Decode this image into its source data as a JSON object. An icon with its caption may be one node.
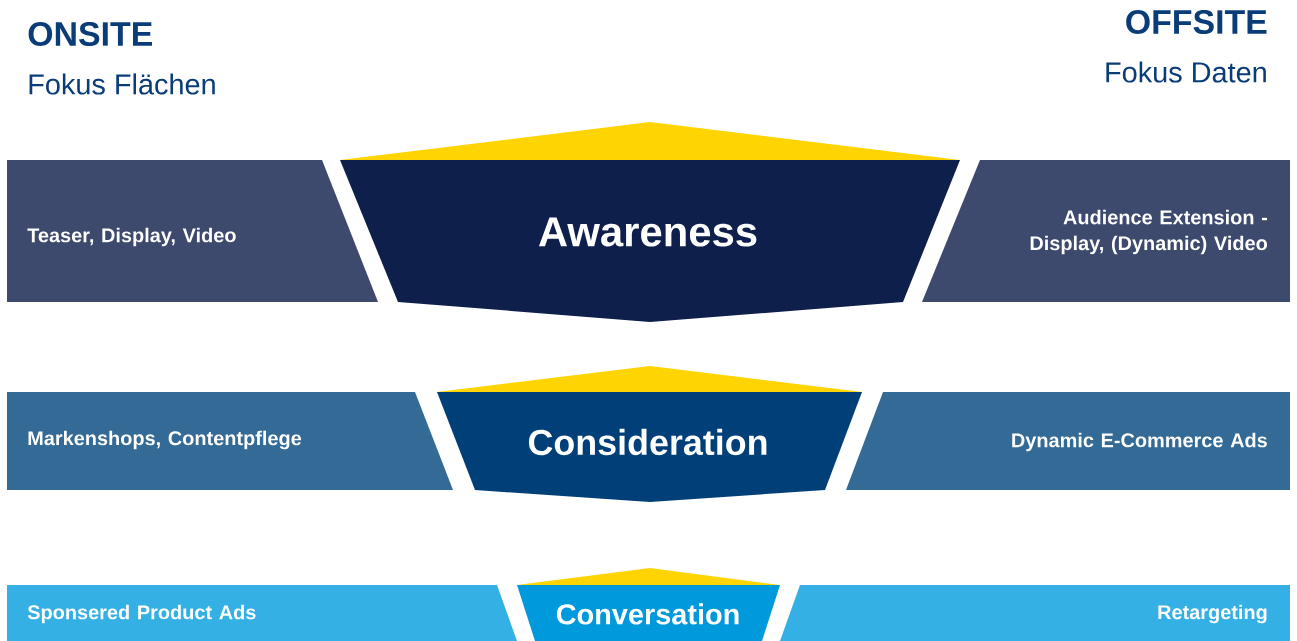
{
  "diagram": {
    "nodes": [
      {
        "text": [
          "Teaser, Display, Video"
        ]
      },
      {
        "text": [
          "Awareness"
        ]
      },
      {
        "text": [
          "Audience Extension - Display, (Dynamic) Video"
        ]
      },
      {
        "text": [
          "Markenshops, Contentpflege"
        ]
      },
      {
        "text": [
          "Consideration"
        ]
      },
      {
        "text": [
          "Dynamic E-Commerce Ads"
        ]
      },
      {
        "text": [
          "Sponsered Product Ads"
        ]
      },
      {
        "text": [
          "Conversation"
        ]
      },
      {
        "text": [
          "Retargeting"
        ]
      }
    ],
    "labels": [
      "ONSITE",
      "Fokus Flächen",
      "OFFSITE",
      "Fokus Daten"
    ]
  }
}
